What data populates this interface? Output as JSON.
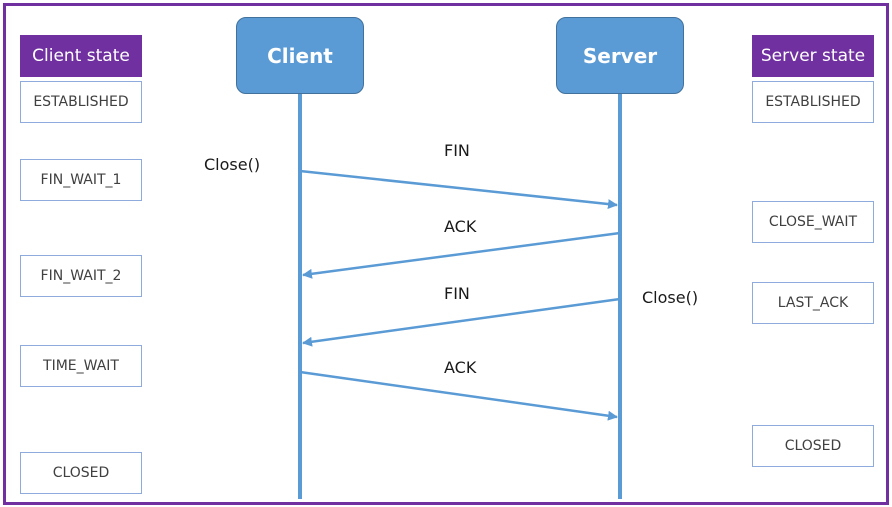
{
  "headers": {
    "client_state": "Client state",
    "server_state": "Server state"
  },
  "nodes": {
    "client": "Client",
    "server": "Server"
  },
  "client_states": [
    "ESTABLISHED",
    "FIN_WAIT_1",
    "FIN_WAIT_2",
    "TIME_WAIT",
    "CLOSED"
  ],
  "server_states": [
    "ESTABLISHED",
    "CLOSE_WAIT",
    "LAST_ACK",
    "CLOSED"
  ],
  "messages": [
    "FIN",
    "ACK",
    "FIN",
    "ACK"
  ],
  "calls": {
    "client_close": "Close()",
    "server_close": "Close()"
  },
  "colors": {
    "frame": "#7030a0",
    "header": "#7030a0",
    "node": "#5b9bd5",
    "lifeline": "#5b9bd5",
    "arrow": "#5b9bd5",
    "state_border": "#8faadc"
  }
}
